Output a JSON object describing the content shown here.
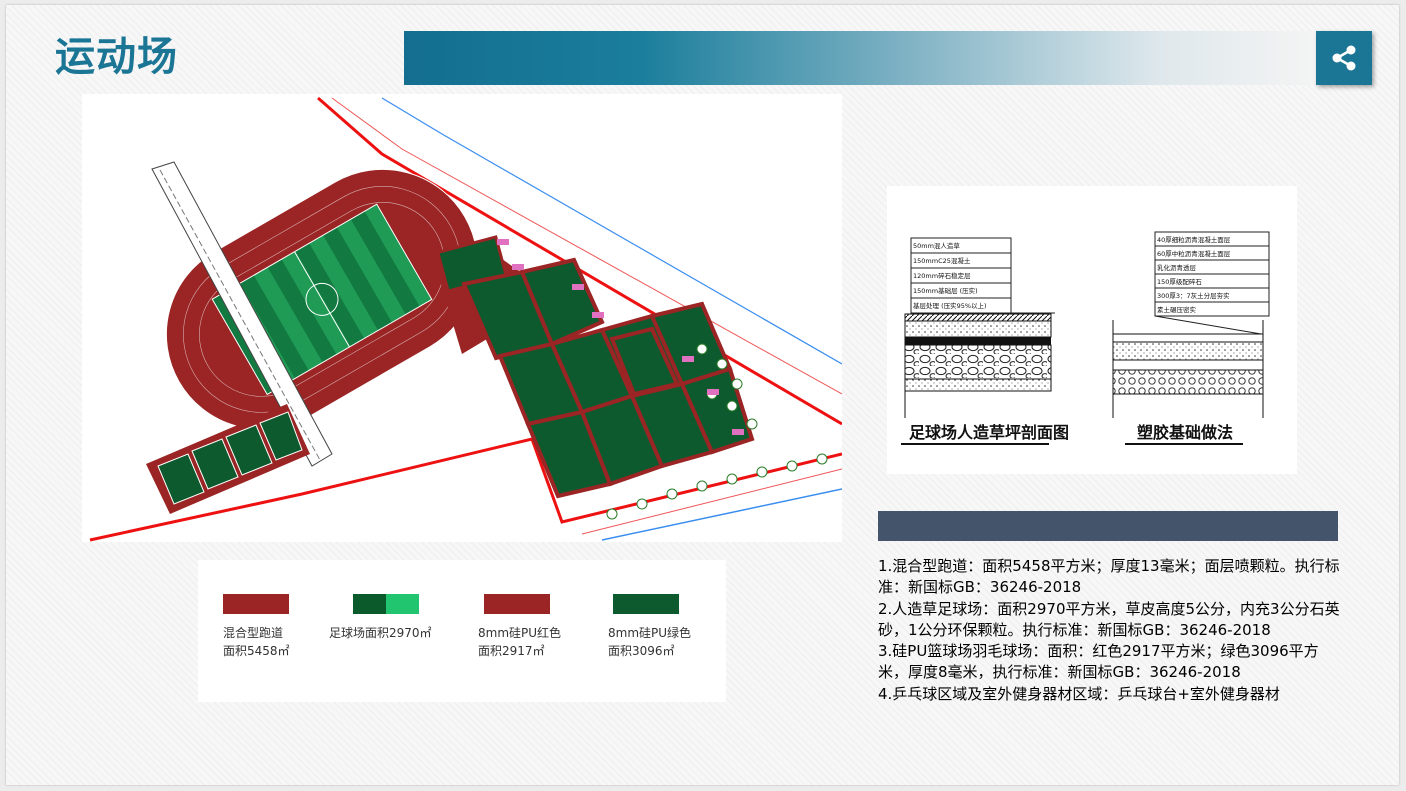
{
  "slide": {
    "title": "运动场",
    "share_icon": "share-icon"
  },
  "legend": [
    {
      "label": "混合型跑道\n面积5458㎡",
      "colors": [
        "#9b2424"
      ]
    },
    {
      "label": "足球场面积2970㎡",
      "colors": [
        "#0b5a2b",
        "#21c46f"
      ]
    },
    {
      "label": "8mm硅PU红色\n面积2917㎡",
      "colors": [
        "#9b2424"
      ]
    },
    {
      "label": "8mm硅PU绿色\n面积3096㎡",
      "colors": [
        "#0d5a2e"
      ]
    }
  ],
  "section": {
    "left_layers": [
      "50mm混人造草",
      "150mmC25混凝土",
      "120mm碎石稳定层",
      "150mm基础层 (压实)",
      "基层处理 (压实95%以上)"
    ],
    "right_layers": [
      "40厚细粒沥青混凝土面层",
      "60厚中粒沥青混凝土面层",
      "乳化沥青透层",
      "150厚级配碎石",
      "300厚3：7灰土分层夯实",
      "素土碾压密实"
    ],
    "left_caption": "足球场人造草坪剖面图",
    "right_caption": "塑胶基础做法"
  },
  "info": [
    "1.混合型跑道：面积5458平方米；厚度13毫米；面层喷颗粒。执行标准：新国标GB：36246-2018",
    "2.人造草足球场：面积2970平方米，草皮高度5公分，内充3公分石英砂，1公分环保颗粒。执行标准：新国标GB：36246-2018",
    "3.硅PU篮球场羽毛球场：面积：红色2917平方米；绿色3096平方米，厚度8毫米，执行标准：新国标GB：36246-2018",
    "4.乒乓球区域及室外健身器材区域：乒乓球台+室外健身器材"
  ],
  "colors": {
    "accent": "#1b7595",
    "bar": "#44546a",
    "track": "#9b2424",
    "court_green": "#0d5a2e",
    "field_green": "#21a35a"
  }
}
